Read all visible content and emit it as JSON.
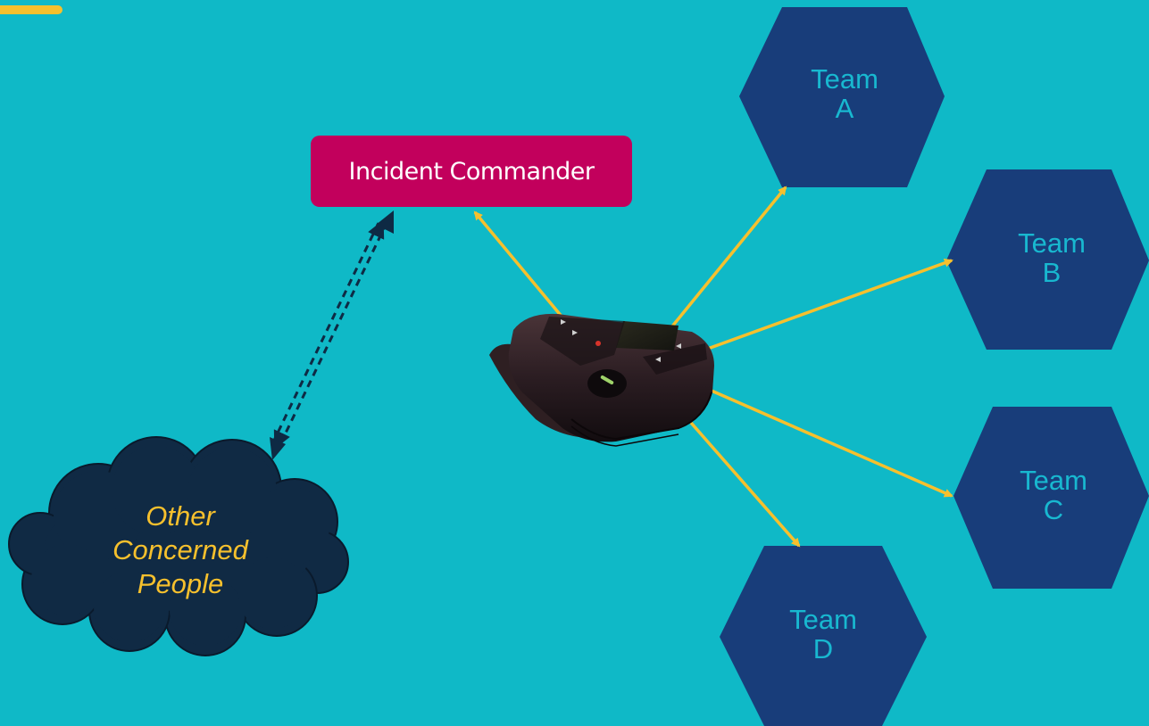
{
  "nodes": {
    "commander": "Incident Commander",
    "cloud": {
      "line1": "Other",
      "line2": "Concerned",
      "line3": "People"
    },
    "team_a": {
      "line1": "Team",
      "line2": "A"
    },
    "team_b": {
      "line1": "Team",
      "line2": "B"
    },
    "team_c": {
      "line1": "Team",
      "line2": "C"
    },
    "team_d": {
      "line1": "Team",
      "line2": "D"
    }
  },
  "colors": {
    "background": "#0fb9c7",
    "accent": "#f6c02d",
    "commander_fill": "#c2005c",
    "hexagon_fill": "#183d7a",
    "hexagon_text": "#18b8d0",
    "cloud_fill": "#102a44",
    "cloud_text": "#f6c02d",
    "arrow": "#f6c02d",
    "dashed_arrow": "#0e2a44"
  },
  "icons": {
    "center": "pager-device-icon"
  }
}
